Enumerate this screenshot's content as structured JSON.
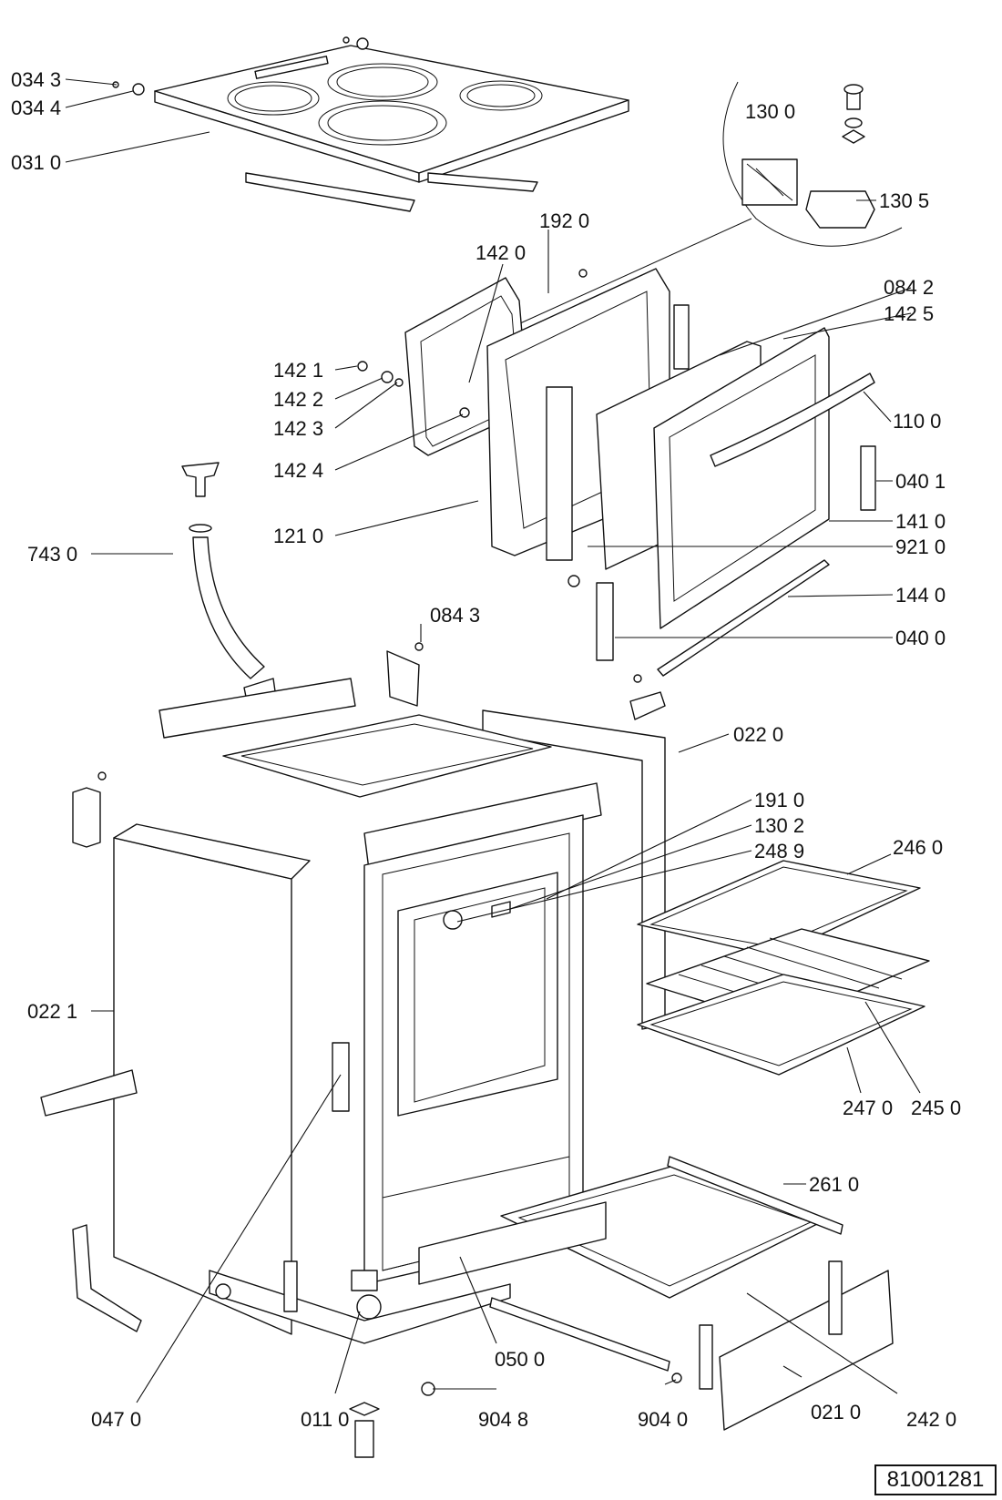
{
  "labels": [
    {
      "id": "034-3",
      "text": "034 3"
    },
    {
      "id": "034-4",
      "text": "034 4"
    },
    {
      "id": "031-0",
      "text": "031 0"
    },
    {
      "id": "130-0",
      "text": "130 0"
    },
    {
      "id": "130-5",
      "text": "130 5"
    },
    {
      "id": "192-0",
      "text": "192 0"
    },
    {
      "id": "142-0",
      "text": "142 0"
    },
    {
      "id": "084-2",
      "text": "084 2"
    },
    {
      "id": "142-5",
      "text": "142 5"
    },
    {
      "id": "142-1",
      "text": "142 1"
    },
    {
      "id": "142-2",
      "text": "142 2"
    },
    {
      "id": "142-3",
      "text": "142 3"
    },
    {
      "id": "110-0",
      "text": "110 0"
    },
    {
      "id": "142-4",
      "text": "142 4"
    },
    {
      "id": "040-1",
      "text": "040 1"
    },
    {
      "id": "121-0",
      "text": "121 0"
    },
    {
      "id": "141-0",
      "text": "141 0"
    },
    {
      "id": "921-0",
      "text": "921 0"
    },
    {
      "id": "743-0",
      "text": "743 0"
    },
    {
      "id": "144-0",
      "text": "144 0"
    },
    {
      "id": "084-3",
      "text": "084 3"
    },
    {
      "id": "040-0",
      "text": "040 0"
    },
    {
      "id": "022-0",
      "text": "022 0"
    },
    {
      "id": "191-0",
      "text": "191 0"
    },
    {
      "id": "130-2",
      "text": "130 2"
    },
    {
      "id": "248-9",
      "text": "248 9"
    },
    {
      "id": "246-0",
      "text": "246 0"
    },
    {
      "id": "022-1",
      "text": "022 1"
    },
    {
      "id": "247-0",
      "text": "247 0"
    },
    {
      "id": "245-0",
      "text": "245 0"
    },
    {
      "id": "261-0",
      "text": "261 0"
    },
    {
      "id": "050-0",
      "text": "050 0"
    },
    {
      "id": "047-0",
      "text": "047 0"
    },
    {
      "id": "011-0",
      "text": "011 0"
    },
    {
      "id": "904-8",
      "text": "904 8"
    },
    {
      "id": "904-0",
      "text": "904 0"
    },
    {
      "id": "021-0",
      "text": "021 0"
    },
    {
      "id": "242-0",
      "text": "242 0"
    }
  ],
  "drawing_code": "81001281"
}
